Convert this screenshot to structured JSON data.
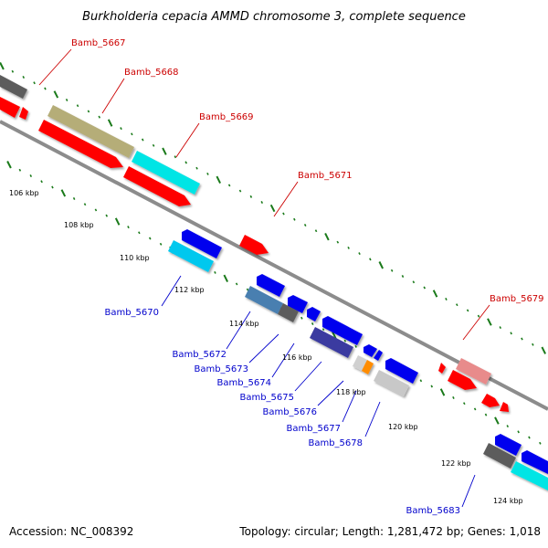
{
  "title": "Burkholderia cepacia AMMD chromosome 3, complete sequence",
  "footer": {
    "accession": "Accession: NC_008392",
    "summary": "Topology: circular; Length: 1,281,472 bp; Genes: 1,018"
  },
  "scale_labels": [
    "106 kbp",
    "108 kbp",
    "110 kbp",
    "112 kbp",
    "114 kbp",
    "116 kbp",
    "118 kbp",
    "120 kbp",
    "122 kbp",
    "124 kbp"
  ],
  "colors": {
    "backbone": "#8c8c8c",
    "tick": "#1a7a1a",
    "forward_label": "#cc0000",
    "reverse_label": "#0000cc"
  },
  "forward_labels": [
    "Bamb_5667",
    "Bamb_5668",
    "Bamb_5669",
    "Bamb_5671",
    "Bamb_5679"
  ],
  "reverse_labels": [
    "Bamb_5670",
    "Bamb_5672",
    "Bamb_5673",
    "Bamb_5674",
    "Bamb_5675",
    "Bamb_5676",
    "Bamb_5677",
    "Bamb_5678",
    "Bamb_5683"
  ]
}
